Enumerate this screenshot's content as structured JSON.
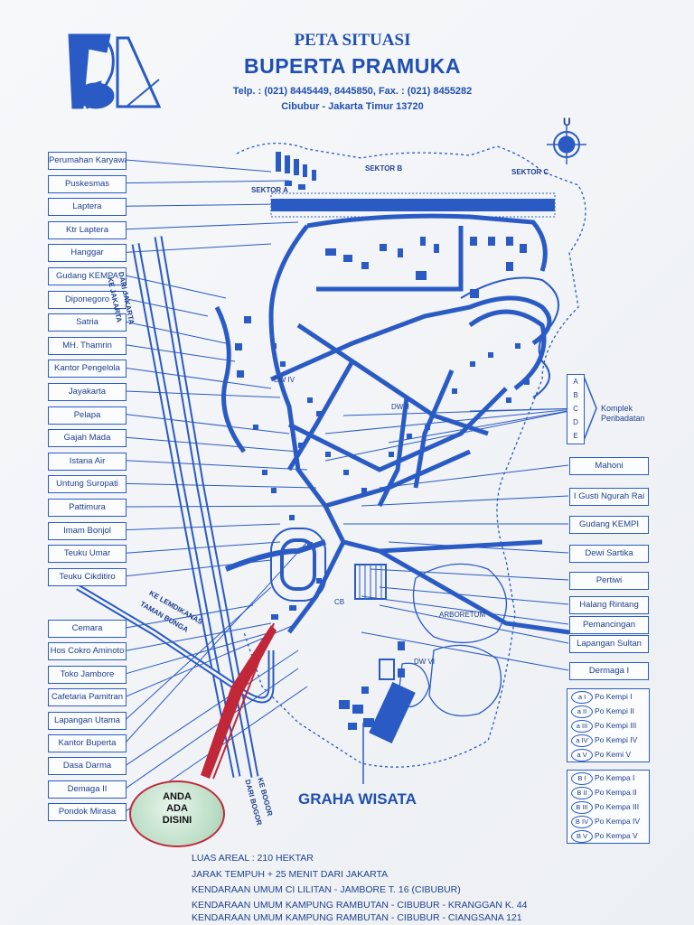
{
  "header": {
    "title": "PETA SITUASI",
    "subtitle": "BUPERTA PRAMUKA",
    "phone": "Telp. : (021) 8445449, 8445850,  Fax. : (021) 8455282",
    "address": "Cibubur - Jakarta Timur 13720"
  },
  "compass": {
    "label": "U"
  },
  "sectors": [
    "SEKTOR A",
    "SEKTOR B",
    "SEKTOR C"
  ],
  "left_labels": [
    "Perumahan Karyawan",
    "Puskesmas",
    "Laptera",
    "Ktr Laptera",
    "Hanggar",
    "Gudang KEMPA",
    "Diponegoro",
    "Satria",
    "MH. Thamrin",
    "Kantor Pengelola",
    "Jayakarta",
    "Pelapa",
    "Gajah Mada",
    "Istana Air",
    "Untung Suropati",
    "Pattimura",
    "Imam Bonjol",
    "Teuku Umar",
    "Teuku Cikditiro",
    "Cemara",
    "Hos Cokro Aminoto",
    "Toko Jambore",
    "Cafetaria Pamitran",
    "Lapangan Utama",
    "Kantor Buperta",
    "Dasa Darma",
    "Demaga II",
    "Pondok Mirasa"
  ],
  "right_labels": [
    "Mahoni",
    "I Gusti Ngurah Rai",
    "Gudang KEMPI",
    "Dewi Sartika",
    "Pertiwi",
    "Halang Rintang",
    "Pemancingan",
    "Lapangan Sultan",
    "Dermaga  I"
  ],
  "komplek": {
    "letters": [
      "A",
      "B",
      "C",
      "D",
      "E"
    ],
    "label_1": "Komplek",
    "label_2": "Peribadatan"
  },
  "legend_kempi": [
    {
      "code": "a I",
      "name": "Po Kempi I"
    },
    {
      "code": "a II",
      "name": "Po Kempi II"
    },
    {
      "code": "a III",
      "name": "Po Kempi III"
    },
    {
      "code": "a IV",
      "name": "Po Kempi IV"
    },
    {
      "code": "a V",
      "name": "Po Kemi V"
    }
  ],
  "legend_kempa": [
    {
      "code": "B I",
      "name": "Po Kempa I"
    },
    {
      "code": "B II",
      "name": "Po Kempa II"
    },
    {
      "code": "B III",
      "name": "Po Kempa III"
    },
    {
      "code": "B IV",
      "name": "Po Kempa IV"
    },
    {
      "code": "B V",
      "name": "Po Kempa V"
    }
  ],
  "you_are_here": [
    "ANDA",
    "ADA",
    "DISINI"
  ],
  "graha": "GRAHA WISATA",
  "roads": {
    "dari_jakarta": "DARI JAKARTA",
    "ke_jakarta": "KE JAKARTA",
    "ke_lembdikans": "KE LEMDIKANAS",
    "taman_bunga": "TAMAN BUNGA",
    "ke_bogor": "KE BOGOR",
    "dari_bogor": "DARI BOGOR"
  },
  "map_labels": {
    "arboretum": "ARBORETUM",
    "dw_iv": "DW IV",
    "dw_ii": "DW II",
    "dw_vi": "DW VI",
    "cb": "CB"
  },
  "info_lines": [
    "LUAS AREAL :  210 HEKTAR",
    "JARAK TEMPUH + 25  MENIT DARI JAKARTA",
    "KENDARAAN UMUM CI LILITAN - JAMBORE T. 16 (CIBUBUR)",
    "KENDARAAN UMUM KAMPUNG RAMBUTAN - CIBUBUR -  KRANGGAN K. 44",
    "KENDARAAN UMUM KAMPUNG RAMBUTAN - CIBUBUR - CIANGSANA 121"
  ],
  "colors": {
    "ink": "#2a5bc4",
    "accent": "#c0283a",
    "you_fill": "#b9dcc4"
  }
}
